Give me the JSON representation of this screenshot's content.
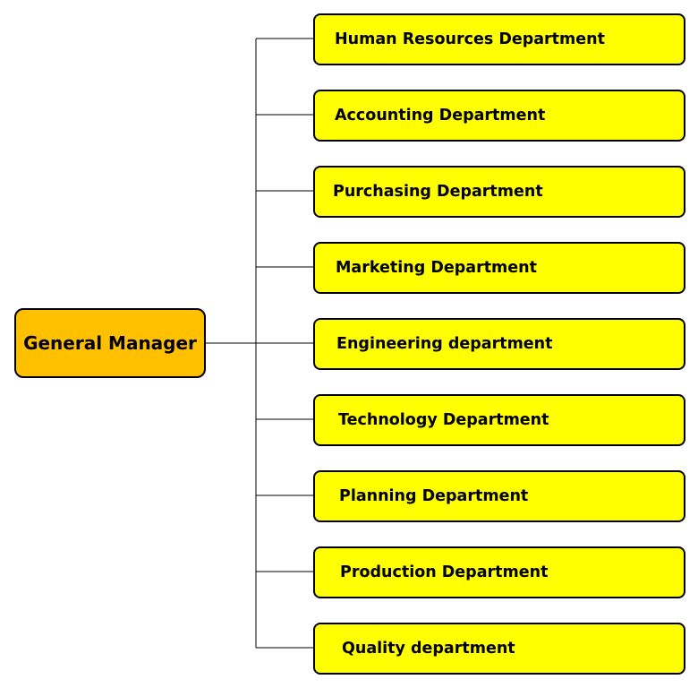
{
  "colors": {
    "root_fill": "#ffc000",
    "dept_fill": "#ffff00",
    "border": "#000000",
    "connector": "#000000"
  },
  "root": {
    "label": "General Manager"
  },
  "departments": [
    {
      "label": "Human Resources Department"
    },
    {
      "label": "Accounting Department"
    },
    {
      "label": "Purchasing Department"
    },
    {
      "label": "Marketing Department"
    },
    {
      "label": "Engineering department"
    },
    {
      "label": "Technology Department"
    },
    {
      "label": "Planning Department"
    },
    {
      "label": "Production Department"
    },
    {
      "label": "Quality department"
    }
  ]
}
